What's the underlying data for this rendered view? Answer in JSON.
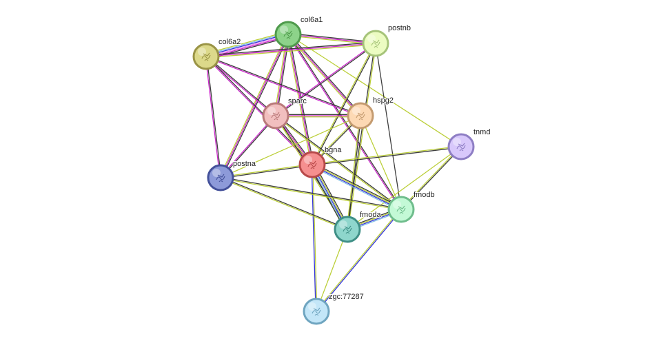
{
  "network": {
    "nodes": [
      {
        "id": "col6a1",
        "label": "col6a1",
        "fill": "#8dd38a",
        "stroke": "#4f9a4c"
      },
      {
        "id": "col6a2",
        "label": "col6a2",
        "fill": "#dcd98a",
        "stroke": "#9a9446"
      },
      {
        "id": "postnb",
        "label": "postnb",
        "fill": "#ecfcc2",
        "stroke": "#a6c47a"
      },
      {
        "id": "sparc",
        "label": "sparc",
        "fill": "#f2bfbf",
        "stroke": "#b97a7a"
      },
      {
        "id": "hspg2",
        "label": "hspg2",
        "fill": "#fdd9b4",
        "stroke": "#c49b70"
      },
      {
        "id": "tnmd",
        "label": "tnmd",
        "fill": "#d8c8fb",
        "stroke": "#8e7ec4"
      },
      {
        "id": "bgna",
        "label": "bgna",
        "fill": "#f58f8f",
        "stroke": "#b84a4a"
      },
      {
        "id": "postna",
        "label": "postna",
        "fill": "#8d9ad9",
        "stroke": "#44519a"
      },
      {
        "id": "fmodb",
        "label": "fmodb",
        "fill": "#c3f9d6",
        "stroke": "#6fbd8c"
      },
      {
        "id": "fmoda",
        "label": "fmoda",
        "fill": "#8ed6cc",
        "stroke": "#3f8f86"
      },
      {
        "id": "zgc77287",
        "label": "zgc:77287",
        "fill": "#c3e6f8",
        "stroke": "#6fa5c0"
      }
    ],
    "edge_colors": {
      "black": "#333333",
      "yellow": "#b8cc2f",
      "magenta": "#c81ec8",
      "pink": "#ee88ee",
      "blue": "#2828d8",
      "lightblue": "#7dbde6"
    },
    "edges": [
      {
        "a": "col6a1",
        "b": "col6a2",
        "types": [
          "black",
          "magenta",
          "pink",
          "blue",
          "lightblue",
          "yellow"
        ]
      },
      {
        "a": "col6a1",
        "b": "postnb",
        "types": [
          "black",
          "magenta",
          "yellow"
        ]
      },
      {
        "a": "col6a1",
        "b": "sparc",
        "types": [
          "black",
          "magenta",
          "yellow"
        ]
      },
      {
        "a": "col6a1",
        "b": "hspg2",
        "types": [
          "black",
          "magenta",
          "yellow"
        ]
      },
      {
        "a": "col6a1",
        "b": "bgna",
        "types": [
          "black",
          "magenta",
          "yellow"
        ]
      },
      {
        "a": "col6a1",
        "b": "postna",
        "types": [
          "black",
          "magenta",
          "yellow"
        ]
      },
      {
        "a": "col6a1",
        "b": "fmodb",
        "types": [
          "black",
          "magenta"
        ]
      },
      {
        "a": "col6a1",
        "b": "tnmd",
        "types": [
          "yellow"
        ]
      },
      {
        "a": "col6a2",
        "b": "postnb",
        "types": [
          "black",
          "magenta",
          "yellow"
        ]
      },
      {
        "a": "col6a2",
        "b": "sparc",
        "types": [
          "black",
          "magenta"
        ]
      },
      {
        "a": "col6a2",
        "b": "hspg2",
        "types": [
          "black",
          "magenta"
        ]
      },
      {
        "a": "col6a2",
        "b": "bgna",
        "types": [
          "black",
          "magenta"
        ]
      },
      {
        "a": "col6a2",
        "b": "postna",
        "types": [
          "black",
          "magenta"
        ]
      },
      {
        "a": "postnb",
        "b": "sparc",
        "types": [
          "black",
          "magenta"
        ]
      },
      {
        "a": "postnb",
        "b": "bgna",
        "types": [
          "black",
          "yellow"
        ]
      },
      {
        "a": "postnb",
        "b": "fmoda",
        "types": [
          "yellow",
          "black"
        ]
      },
      {
        "a": "postnb",
        "b": "fmodb",
        "types": [
          "black"
        ]
      },
      {
        "a": "sparc",
        "b": "hspg2",
        "types": [
          "black",
          "magenta",
          "yellow"
        ]
      },
      {
        "a": "sparc",
        "b": "bgna",
        "types": [
          "black",
          "magenta",
          "yellow"
        ]
      },
      {
        "a": "sparc",
        "b": "postna",
        "types": [
          "black",
          "magenta"
        ]
      },
      {
        "a": "sparc",
        "b": "fmoda",
        "types": [
          "black",
          "yellow"
        ]
      },
      {
        "a": "sparc",
        "b": "fmodb",
        "types": [
          "black",
          "yellow"
        ]
      },
      {
        "a": "hspg2",
        "b": "bgna",
        "types": [
          "black",
          "yellow"
        ]
      },
      {
        "a": "hspg2",
        "b": "postna",
        "types": [
          "yellow"
        ]
      },
      {
        "a": "hspg2",
        "b": "fmoda",
        "types": [
          "black",
          "yellow"
        ]
      },
      {
        "a": "hspg2",
        "b": "fmodb",
        "types": [
          "yellow"
        ]
      },
      {
        "a": "tnmd",
        "b": "bgna",
        "types": [
          "black",
          "yellow"
        ]
      },
      {
        "a": "tnmd",
        "b": "fmodb",
        "types": [
          "black",
          "yellow"
        ]
      },
      {
        "a": "tnmd",
        "b": "fmoda",
        "types": [
          "yellow"
        ]
      },
      {
        "a": "bgna",
        "b": "postna",
        "types": [
          "black",
          "yellow"
        ]
      },
      {
        "a": "bgna",
        "b": "fmoda",
        "types": [
          "black",
          "yellow",
          "blue",
          "lightblue",
          "black"
        ]
      },
      {
        "a": "bgna",
        "b": "fmodb",
        "types": [
          "black",
          "yellow",
          "blue",
          "lightblue"
        ]
      },
      {
        "a": "bgna",
        "b": "zgc77287",
        "types": [
          "yellow",
          "blue"
        ]
      },
      {
        "a": "postna",
        "b": "fmoda",
        "types": [
          "black",
          "yellow"
        ]
      },
      {
        "a": "postna",
        "b": "fmodb",
        "types": [
          "black",
          "yellow"
        ]
      },
      {
        "a": "fmoda",
        "b": "fmodb",
        "types": [
          "black",
          "yellow",
          "blue",
          "lightblue"
        ]
      },
      {
        "a": "fmoda",
        "b": "zgc77287",
        "types": [
          "yellow"
        ]
      },
      {
        "a": "fmodb",
        "b": "zgc77287",
        "types": [
          "blue",
          "yellow"
        ]
      }
    ]
  }
}
